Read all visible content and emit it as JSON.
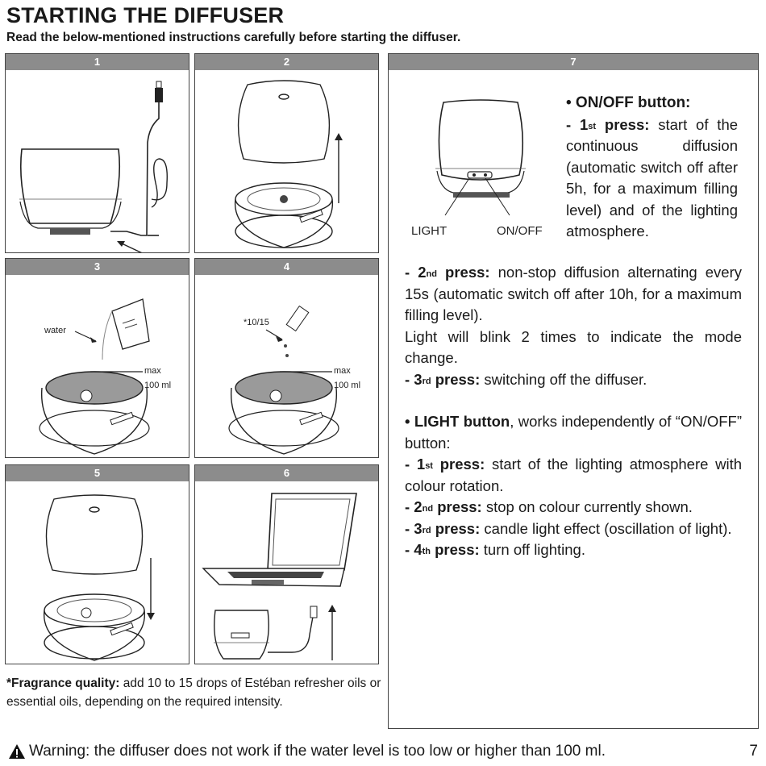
{
  "header": {
    "title": "STARTING THE DIFFUSER",
    "subtitle": "Read the below-mentioned instructions carefully before starting the diffuser."
  },
  "steps": [
    {
      "number": "1"
    },
    {
      "number": "2"
    },
    {
      "number": "3",
      "labels": {
        "water": "water",
        "max": "max",
        "volume": "100 ml"
      }
    },
    {
      "number": "4",
      "labels": {
        "drops": "*10/15",
        "max": "max",
        "volume": "100 ml"
      }
    },
    {
      "number": "5"
    },
    {
      "number": "6"
    }
  ],
  "panel7": {
    "number": "7",
    "labels": {
      "light": "LIGHT",
      "onoff": "ON/OFF"
    },
    "onoff_section": {
      "heading": "• ON/OFF button:",
      "press1_prefix": "- 1",
      "press1_sup": "st",
      "press1_label": "press:",
      "press1_text": "start of the continuous diffusion (automatic switch off after 5h, for a maximum filling level) and of the lighting atmosphere.",
      "press2_prefix": "- 2",
      "press2_sup": "nd",
      "press2_label": "press:",
      "press2_text": "non-stop diffusion alternating every 15s (automatic switch off after 10h, for a maximum filling level).",
      "blink_note": "Light will blink 2 times to indicate the mode change.",
      "press3_prefix": "- 3",
      "press3_sup": "rd",
      "press3_label": "press:",
      "press3_text": "switching off the diffuser."
    },
    "light_section": {
      "heading": "• LIGHT button",
      "heading_rest": ", works independently of “ON/OFF” button:",
      "press1_prefix": "- 1",
      "press1_sup": "st",
      "press1_label": "press:",
      "press1_text": "start of the lighting atmosphere with colour rotation.",
      "press2_prefix": "- 2",
      "press2_sup": "nd",
      "press2_label": "press:",
      "press2_text": "stop on colour currently shown.",
      "press3_prefix": "- 3",
      "press3_sup": "rd",
      "press3_label": "press:",
      "press3_text": "candle light effect (oscillation of light).",
      "press4_prefix": "- 4",
      "press4_sup": "th",
      "press4_label": "press:",
      "press4_text": "turn off lighting."
    }
  },
  "footnote": {
    "label": "*Fragrance quality:",
    "text": " add 10 to 15 drops of Estéban refresher oils or essential oils, depending on the required intensity."
  },
  "warning": {
    "icon": "warning-triangle-icon",
    "text": "Warning: the diffuser does not work if the water level is too low or higher than 100 ml."
  },
  "page_number": "7"
}
